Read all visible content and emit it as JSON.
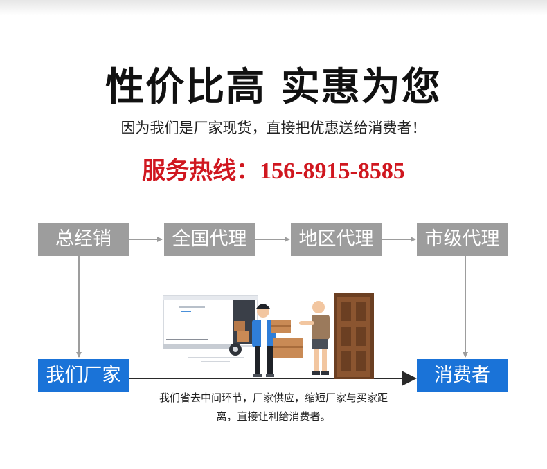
{
  "headline": "性价比高 实惠为您",
  "subheadline": "因为我们是厂家现货，直接把优惠送给消费者！",
  "hotline": {
    "label": "服务热线：",
    "number": "156-8915-8585"
  },
  "chain": [
    "总经销",
    "全国代理",
    "地区代理",
    "市级代理"
  ],
  "factory_label": "我们厂家",
  "consumer_label": "消费者",
  "note_lines": [
    "我们省去中间环节，厂家供应，缩短厂家与买家距",
    "离，直接让利给消费者。"
  ],
  "colors": {
    "gray_box": "#9d9d9d",
    "blue_box": "#1a73d8",
    "hotline_red": "#d0171f",
    "arrow": "#9d9d9d",
    "main_arrow": "#2a2a2a"
  },
  "illustration": "delivery-man-handing-boxes-to-customer-at-door"
}
